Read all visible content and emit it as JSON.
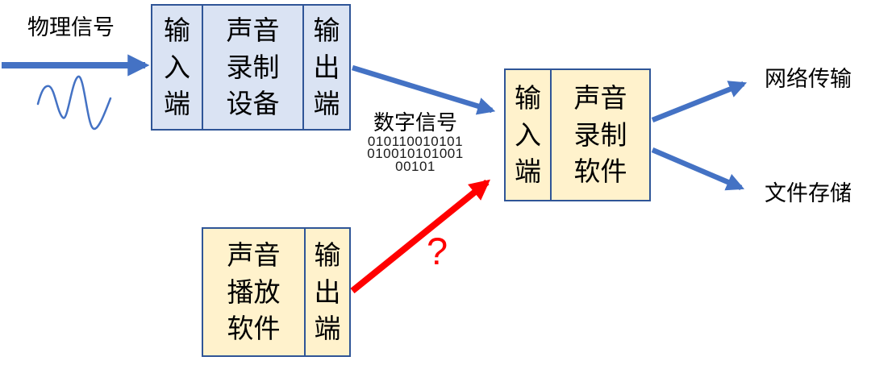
{
  "colors": {
    "arrow-blue": "#4472C4",
    "arrow-red": "#FF0000",
    "border-blue": "#2F5597",
    "box-blue-fill": "#DAE3F3",
    "box-yellow-fill": "#FFF2CC"
  },
  "labels": {
    "physical_signal": "物理信号",
    "digital_signal": "数字信号",
    "network_transfer": "网络传输",
    "file_storage": "文件存储",
    "question_mark": "?"
  },
  "binary": {
    "line1": "010110010101",
    "line2": "010010101001",
    "line3": "00101"
  },
  "boxes": {
    "recording_device": {
      "input_port": "输入端",
      "name": "声音录制设备",
      "output_port": "输出端"
    },
    "recording_software": {
      "input_port": "输入端",
      "name": "声音录制软件"
    },
    "playback_software": {
      "name": "声音播放软件",
      "output_port": "输出端"
    }
  }
}
